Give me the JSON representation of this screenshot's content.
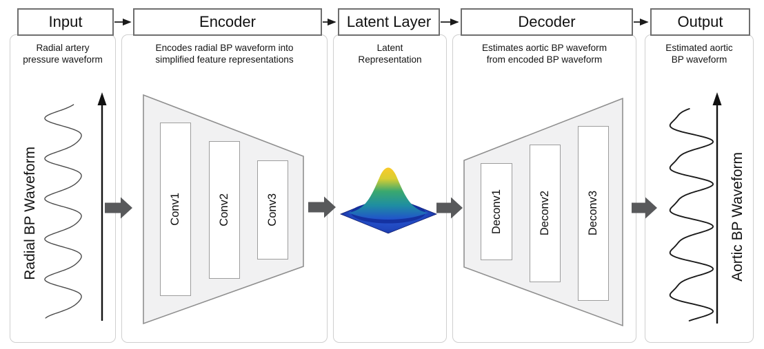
{
  "columns": [
    {
      "id": "input",
      "header": "Input",
      "caption": "Radial artery pressure waveform",
      "axis_label": "Radial BP Waveform",
      "figure": "radial-bp-waveform-plot"
    },
    {
      "id": "encoder",
      "header": "Encoder",
      "caption": "Encodes radial BP waveform into simplified feature representations",
      "layers": [
        "Conv1",
        "Conv2",
        "Conv3"
      ],
      "figure": "encoder-trapezoid"
    },
    {
      "id": "latent",
      "header": "Latent Layer",
      "caption": "Latent Representation",
      "figure": "gaussian-surface-plot"
    },
    {
      "id": "decoder",
      "header": "Decoder",
      "caption": "Estimates aortic BP waveform from encoded BP waveform",
      "layers": [
        "Deconv1",
        "Deconv2",
        "Deconv3"
      ],
      "figure": "decoder-trapezoid"
    },
    {
      "id": "output",
      "header": "Output",
      "caption": "Estimated aortic BP waveform",
      "axis_label": "Aortic BP Waveform",
      "figure": "aortic-bp-waveform-plot"
    }
  ],
  "icons": {
    "flow_arrow": "thick-right-block-arrow",
    "header_connector": "thin-right-arrow",
    "time_axis_arrow": "up-arrow"
  },
  "colors": {
    "flow_arrow": "#58595b",
    "thin_arrow": "#1a1a1a",
    "panel_border": "#cfcfcf",
    "header_border": "#6e6e6e",
    "trapezoid_fill": "#f1f1f2",
    "trapezoid_stroke": "#8f8f8f",
    "layer_box_border": "#9c9c9c",
    "input_wave": "#4a4a4a",
    "output_wave": "#1a1a1a",
    "gaussian_top": "#fbca28",
    "gaussian_green": "#3aa86f",
    "gaussian_teal": "#1f8fa0",
    "gaussian_blue": "#2151cc",
    "gaussian_edge": "#1b2c96"
  }
}
